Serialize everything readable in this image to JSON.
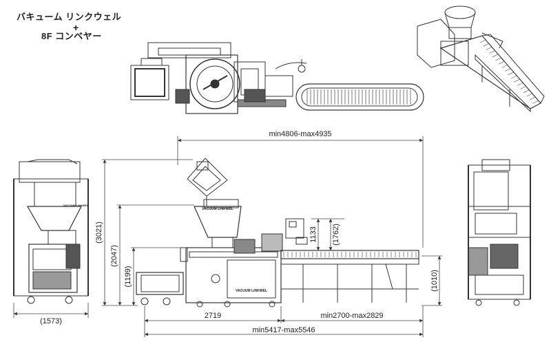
{
  "title": {
    "line1": "バキューム リンクウェル",
    "plus": "+",
    "line2": "8F コンベヤー"
  },
  "machine_labels": {
    "main": "VACUUM LINKWEL",
    "base": "VACUUM LINKWEL",
    "side": "VACUUM LINKWEL"
  },
  "dimensions": {
    "overall_conveyor": "min4806-max4935",
    "overall_length": "min5417-max5546",
    "machine_length": "2719",
    "conveyor_length": "min2700-max2829",
    "total_height": "(3021)",
    "hopper_height": "(2047)",
    "table_height": "(1199)",
    "mid_height": "1133",
    "panel_height": "(1762)",
    "conveyor_height": "(1010)",
    "side_width": "(1573)"
  }
}
